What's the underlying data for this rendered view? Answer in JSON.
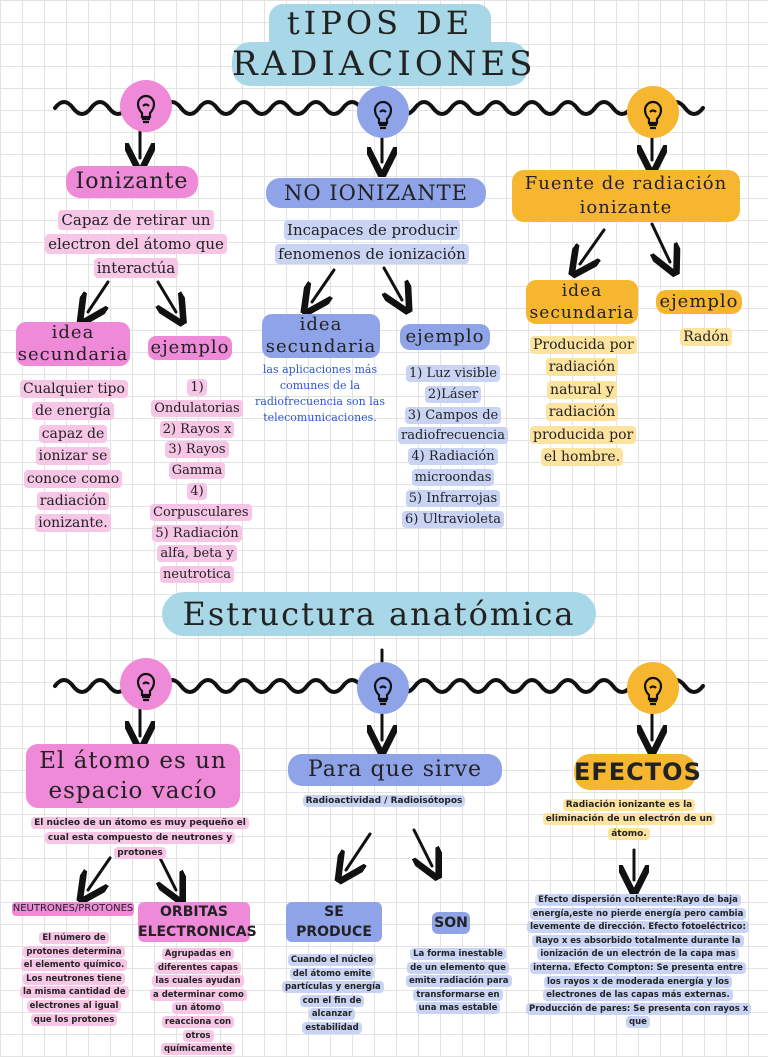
{
  "section1": {
    "title_line1": "tIPOS DE",
    "title_line2": "RADIACIONES",
    "ionizante": {
      "heading": "Ionizante",
      "desc": "Capaz de retirar un electron del átomo que interactúa",
      "idea_label": "idea secundaria",
      "idea_text": "Cualquier tipo de energía capaz de ionizar se conoce como radiación ionizante.",
      "ejemplo_label": "ejemplo",
      "ejemplo_items": [
        "1) Ondulatorias",
        "2) Rayos x",
        "3) Rayos Gamma",
        "4) Corpusculares",
        "5) Radiación alfa, beta y neutrotica"
      ]
    },
    "no_ionizante": {
      "heading": "NO IONIZANTE",
      "desc": "Incapaces de producir fenomenos de ionización",
      "idea_label": "idea secundaria",
      "idea_text": "las aplicaciones más comunes de la radiofrecuencia son las telecomunicaciones.",
      "ejemplo_label": "ejemplo",
      "ejemplo_items": [
        "1) Luz visible",
        "2)Láser",
        "3) Campos de radiofrecuencia",
        "4) Radiación microondas",
        "5) Infrarrojas",
        "6) Ultravioleta"
      ]
    },
    "fuente": {
      "heading": "Fuente de radiación ionizante",
      "idea_label": "idea secundaria",
      "idea_text": "Producida por radiación natural y radiación producida por el hombre.",
      "ejemplo_label": "ejemplo",
      "ejemplo_text": "Radón"
    }
  },
  "section2": {
    "title": "Estructura anatómica",
    "atomo": {
      "heading": "El átomo es un espacio vacío",
      "desc": "El núcleo de un átomo es muy pequeño el cual esta compuesto de neutrones y protones",
      "neutrones_label": "NEUTRONES/PROTONES",
      "neutrones_text": "El número de protones determina el elemento químico. Los neutrones tiene la misma cantidad de electrones al igual que los protones",
      "orbitas_label": "ORBITAS ELECTRONICAS",
      "orbitas_text": "Agrupadas en diferentes capas las cuales ayudan a determinar como un átomo reacciona con otros químicamente"
    },
    "para_que": {
      "heading": "Para que sirve",
      "desc": "Radioactividad / Radioisótopos",
      "produce_label": "SE PRODUCE",
      "produce_text": "Cuando el núcleo del átomo emite partículas y energía con el fin de alcanzar estabilidad",
      "son_label": "SON",
      "son_text": "La forma inestable de un elemento que emite radiación para transformarse en una mas estable"
    },
    "efectos": {
      "heading": "EFECTOS",
      "desc": "Radiación ionizante es la eliminación de un electrón de un átomo.",
      "detail": "Efecto dispersión coherente:Rayo de baja energía,este no pierde energía pero cambia levemente de dirección. Efecto fotoeléctrico: Rayo x es absorbido totalmente durante la ionización de un electrón de la capa mas interna. Efecto Compton: Se presenta entre los rayos x de moderada energía y los electrones de las capas más externas. Producción de pares: Se presenta con rayos x que"
    }
  },
  "colors": {
    "pink": "#ee8ad8",
    "blue": "#8fa4e8",
    "yellow": "#f6b630",
    "teal": "#a8d8e8"
  },
  "icons": [
    "lightbulb-icon",
    "wavy-line",
    "arrow-down-icon"
  ]
}
